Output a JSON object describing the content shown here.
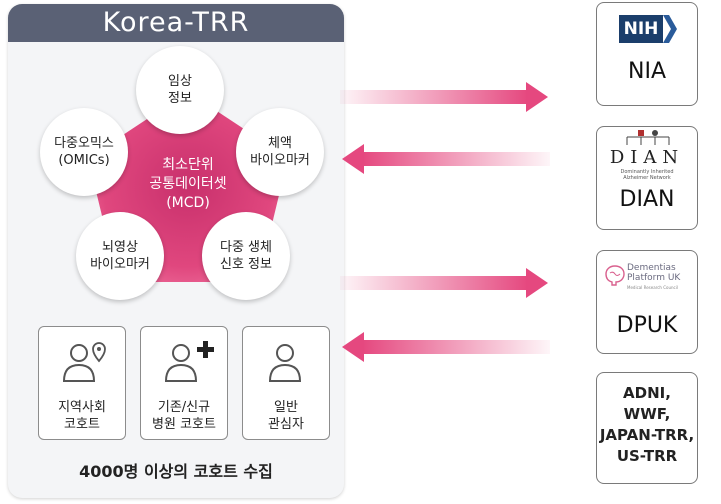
{
  "korea_trr": {
    "title": "Korea-TRR",
    "mcd_label": "최소단위\n공통데이터셋\n(MCD)",
    "circles": [
      "임상\n정보",
      "체액\n바이오마커",
      "다중 생체\n신호 정보",
      "뇌영상\n바이오마커",
      "다중오믹스\n(OMICs)"
    ],
    "cohorts": [
      {
        "label": "지역사회\n코호트",
        "icon": "user-location-icon"
      },
      {
        "label": "기존/신규\n병원 코호트",
        "icon": "user-add-icon"
      },
      {
        "label": "일반\n관심자",
        "icon": "user-icon"
      }
    ],
    "caption": "4000명 이상의 코호트 수집"
  },
  "partners": [
    {
      "name": "NIA",
      "logo_text": "NIH",
      "icon": "nih-logo"
    },
    {
      "name": "DIAN",
      "logo_text": "DIAN",
      "logo_sub": "Dominantly Inherited\nAlzheimer Network",
      "icon": "dian-logo"
    },
    {
      "name": "DPUK",
      "logo_text": "Dementias\nPlatform UK",
      "logo_sub": "Medical Research Council",
      "icon": "dpuk-logo"
    },
    {
      "name": "ADNI,\nWWF,\nJAPAN-TRR,\nUS-TRR"
    }
  ],
  "arrows": [
    {
      "direction": "right"
    },
    {
      "direction": "left"
    },
    {
      "direction": "right"
    },
    {
      "direction": "left"
    }
  ],
  "colors": {
    "accent_pink": "#e5487f",
    "header_bg": "#5a6175",
    "panel_bg": "#f4f5f7"
  }
}
